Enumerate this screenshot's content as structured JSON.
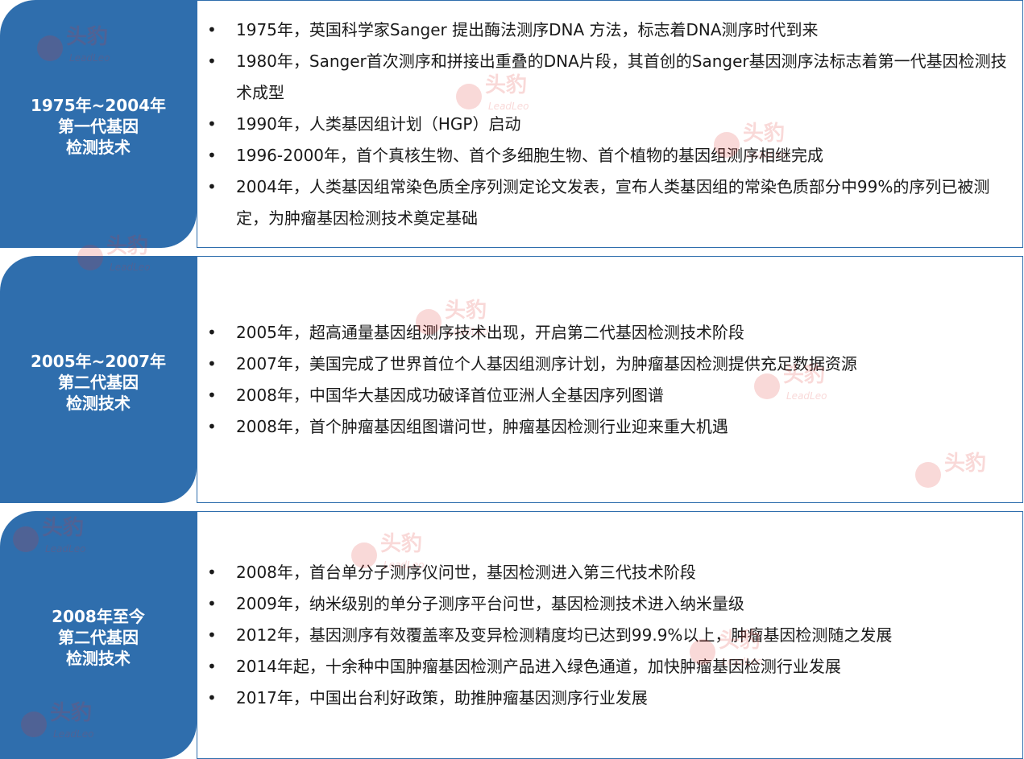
{
  "eras": [
    {
      "label_lines": [
        "1975年~2004年",
        "第一代基因",
        "检测技术"
      ],
      "items": [
        "1975年，英国科学家Sanger 提出酶法测序DNA 方法，标志着DNA测序时代到来",
        "1980年，Sanger首次测序和拼接出重叠的DNA片段，其首创的Sanger基因测序法标志着第一代基因检测技术成型",
        "1990年，人类基因组计划（HGP）启动",
        "1996-2000年，首个真核生物、首个多细胞生物、首个植物的基因组测序相继完成",
        "2004年，人类基因组常染色质全序列测定论文发表，宣布人类基因组的常染色质部分中99%的序列已被测定，为肿瘤基因检测技术奠定基础"
      ]
    },
    {
      "label_lines": [
        "2005年~2007年",
        "第二代基因",
        "检测技术"
      ],
      "items": [
        "2005年，超高通量基因组测序技术出现，开启第二代基因检测技术阶段",
        "2007年，美国完成了世界首位个人基因组测序计划，为肿瘤基因检测提供充足数据资源",
        "2008年，中国华大基因成功破译首位亚洲人全基因序列图谱",
        "2008年，首个肿瘤基因组图谱问世，肿瘤基因检测行业迎来重大机遇"
      ]
    },
    {
      "label_lines": [
        "2008年至今",
        "第二代基因",
        "检测技术"
      ],
      "items": [
        "2008年，首台单分子测序仪问世，基因检测进入第三代技术阶段",
        "2009年，纳米级别的单分子测序平台问世，基因检测技术进入纳米量级",
        "2012年，基因测序有效覆盖率及变异检测精度均已达到99.9%以上，肿瘤基因检测随之发展",
        "2014年起，十余种中国肿瘤基因检测产品进入绿色通道，加快肿瘤基因检测行业发展",
        "2017年，中国出台利好政策，助推肿瘤基因测序行业发展"
      ]
    }
  ],
  "watermark": {
    "text": "头豹",
    "subtext": "LeadLeo",
    "color": "#e0312f"
  }
}
